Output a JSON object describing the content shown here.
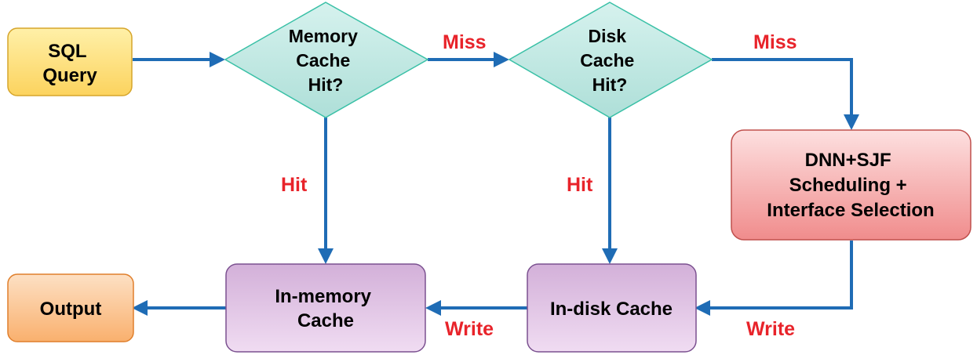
{
  "colors": {
    "arrow": "#1f6cb5",
    "label": "#e8232a",
    "sql_fill": "#fde27a",
    "sql_stroke": "#d6a52b",
    "diamond_fill": "#c1e8e3",
    "diamond_stroke": "#39c0a6",
    "dnn_fill": "#f6b0b0",
    "dnn_stroke": "#c0504d",
    "cache_fill": "#e2c2e6",
    "cache_stroke": "#7b5190",
    "output_fill": "#fbc796",
    "output_stroke": "#e07f2c"
  },
  "nodes": {
    "sql_query": [
      "SQL",
      "Query"
    ],
    "memory_cache_hit": [
      "Memory",
      "Cache",
      "Hit?"
    ],
    "disk_cache_hit": [
      "Disk",
      "Cache",
      "Hit?"
    ],
    "dnn_sjf": [
      "DNN+SJF",
      "Scheduling +",
      "Interface Selection"
    ],
    "in_memory_cache": [
      "In-memory",
      "Cache"
    ],
    "in_disk_cache": [
      "In-disk Cache"
    ],
    "output": [
      "Output"
    ]
  },
  "edge_labels": {
    "memory_miss": "Miss",
    "disk_miss": "Miss",
    "memory_hit": "Hit",
    "disk_hit": "Hit",
    "write_to_memory": "Write",
    "write_to_disk": "Write"
  }
}
